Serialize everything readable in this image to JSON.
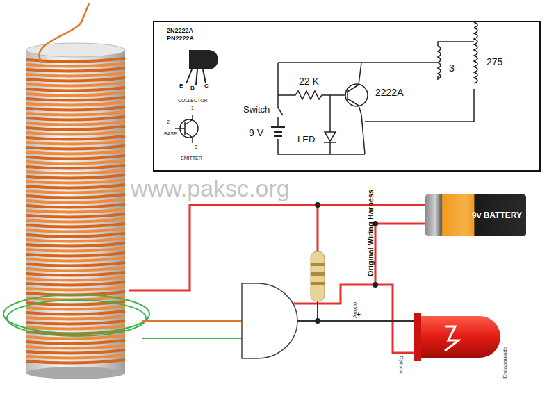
{
  "diagram": {
    "nodes": [
      {
        "text": [
          "9v BATTERY"
        ]
      }
    ],
    "labels": [
      "2N2222A",
      "PN2222A",
      "E",
      "B",
      "C",
      "COLLECTOR",
      "1",
      "2",
      "BASE",
      "3",
      "EMITTER",
      "275",
      "3",
      "22 K",
      "2222A",
      "Switch",
      "9 V",
      "LED",
      "www.paksc.org",
      "Original Wiring Harness",
      "Anodo",
      "+",
      "Catodo",
      "-",
      "Encapsulado"
    ]
  }
}
